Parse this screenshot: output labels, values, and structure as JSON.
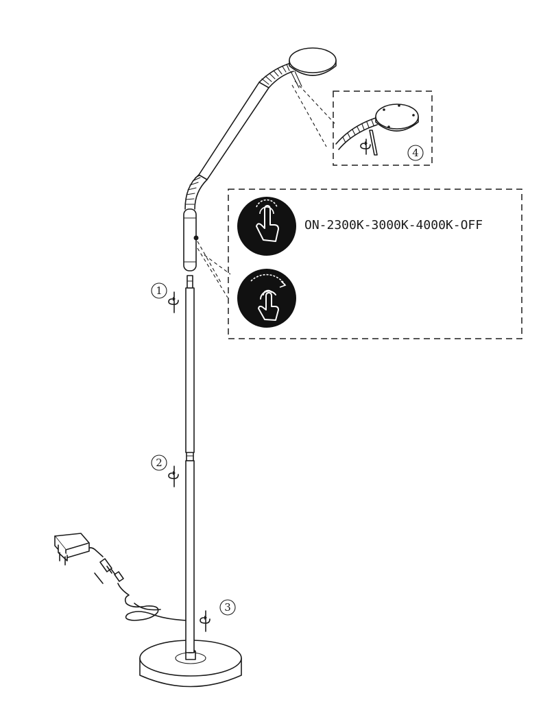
{
  "touch_sequence": "ON-2300K-3000K-4000K-OFF",
  "steps": [
    {
      "number": "1"
    },
    {
      "number": "2"
    },
    {
      "number": "3"
    },
    {
      "number": "4"
    }
  ],
  "icons": {
    "tap": "tap-gesture-icon",
    "hold": "touch-hold-dim-icon",
    "rotate": "rotate-arrow-icon",
    "plug": "power-adapter-icon"
  }
}
